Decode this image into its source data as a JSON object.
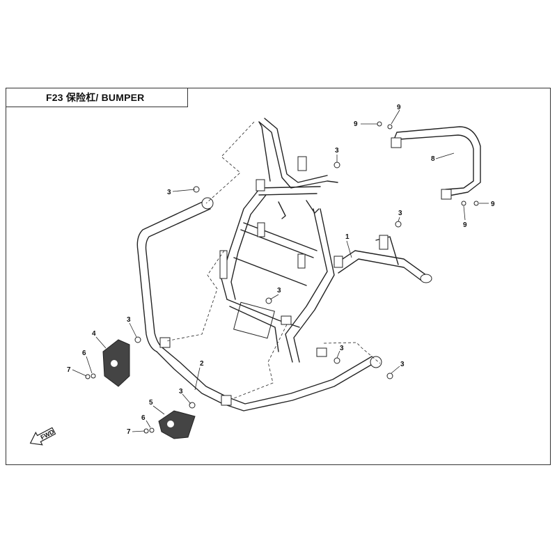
{
  "title": "F23  保险杠/ BUMPER",
  "callouts": {
    "c1": "1",
    "c2": "2",
    "c3a": "3",
    "c3b": "3",
    "c3c": "3",
    "c3d": "3",
    "c3e": "3",
    "c3f": "3",
    "c3g": "3",
    "c3h": "3",
    "c4": "4",
    "c5": "5",
    "c6a": "6",
    "c6b": "6",
    "c7a": "7",
    "c7b": "7",
    "c8": "8",
    "c9a": "9",
    "c9b": "9",
    "c9c": "9",
    "c9d": "9"
  },
  "direction_label": "FWD"
}
